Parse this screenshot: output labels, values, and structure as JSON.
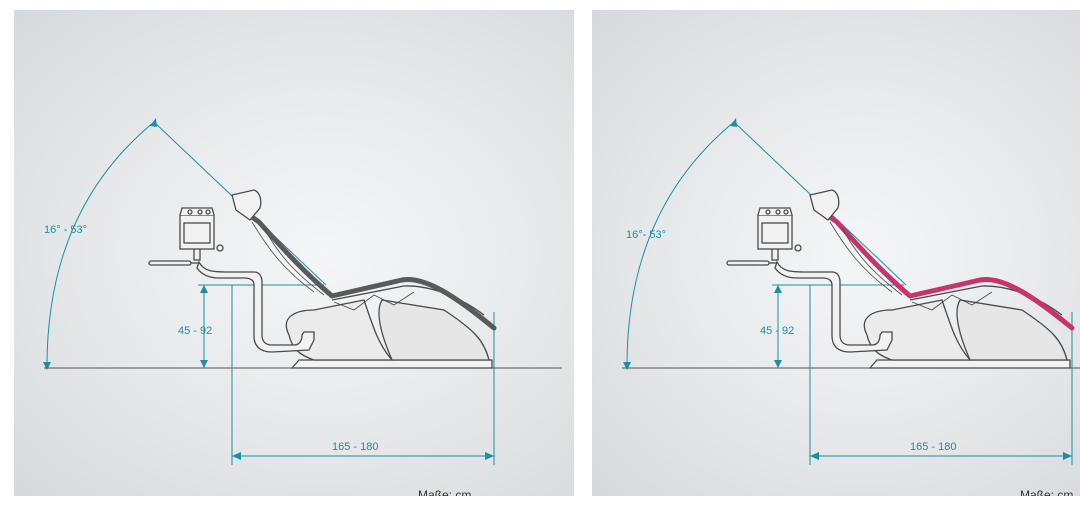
{
  "diagrams": [
    {
      "id": "left",
      "angle_label": "16° -  53°",
      "height_label": "45 - 92",
      "length_label": "165 - 180",
      "units_label": "Maße: cm",
      "upholstery_color": "#5a5a5a"
    },
    {
      "id": "right",
      "angle_label": "16°-  53°",
      "height_label": "45 - 92",
      "length_label": "165 - 180",
      "units_label": "Maße: cm",
      "upholstery_color": "#c8336b"
    }
  ],
  "colors": {
    "dimension_line": "#1a8fa6",
    "chair_outline": "#4a4a4a",
    "ground_line": "#555555"
  }
}
